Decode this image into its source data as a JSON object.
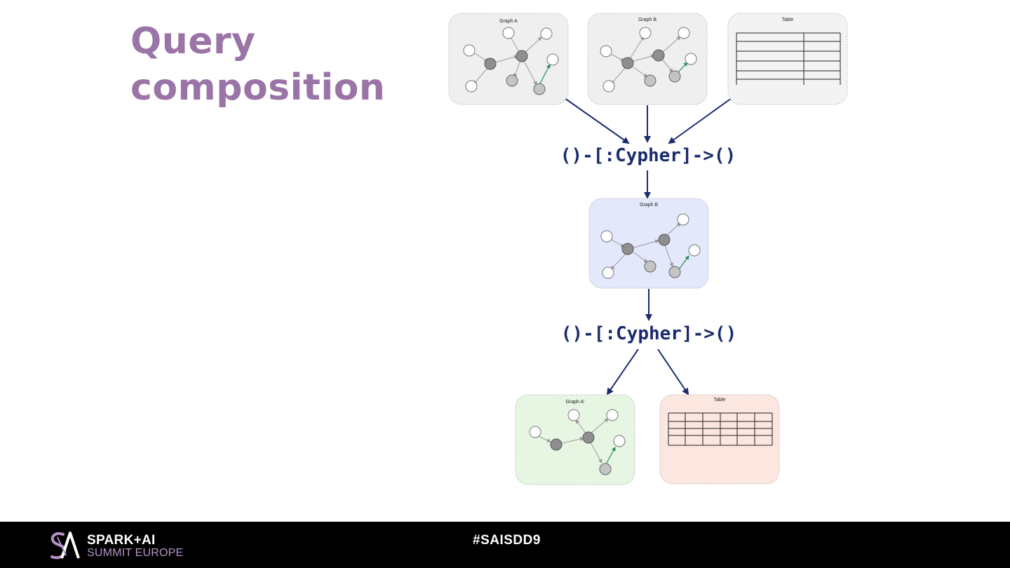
{
  "slide": {
    "title_line1": "Query",
    "title_line2": "composition"
  },
  "diagram": {
    "inputs": [
      {
        "label": "Graph A",
        "kind": "graph",
        "fill": "#efefef"
      },
      {
        "label": "Graph B",
        "kind": "graph",
        "fill": "#efefef"
      },
      {
        "label": "Table",
        "kind": "table",
        "fill": "#f3f3f3"
      }
    ],
    "operator1": "()-[:Cypher]->()",
    "intermediate": {
      "label": "Graph B",
      "kind": "graph",
      "fill": "#e3e8fb"
    },
    "operator2": "()-[:Cypher]->()",
    "outputs": [
      {
        "label": "Graph A'",
        "kind": "graph",
        "fill": "#e6f6e3"
      },
      {
        "label": "Table",
        "kind": "table",
        "fill": "#fbe6e0"
      }
    ],
    "arrow_color": "#1a2b6d",
    "operator_color": "#1a2b6d"
  },
  "footer": {
    "logo_line1": "SPARK+AI",
    "logo_line2": "SUMMIT EUROPE",
    "hashtag": "#SAISDD9"
  }
}
